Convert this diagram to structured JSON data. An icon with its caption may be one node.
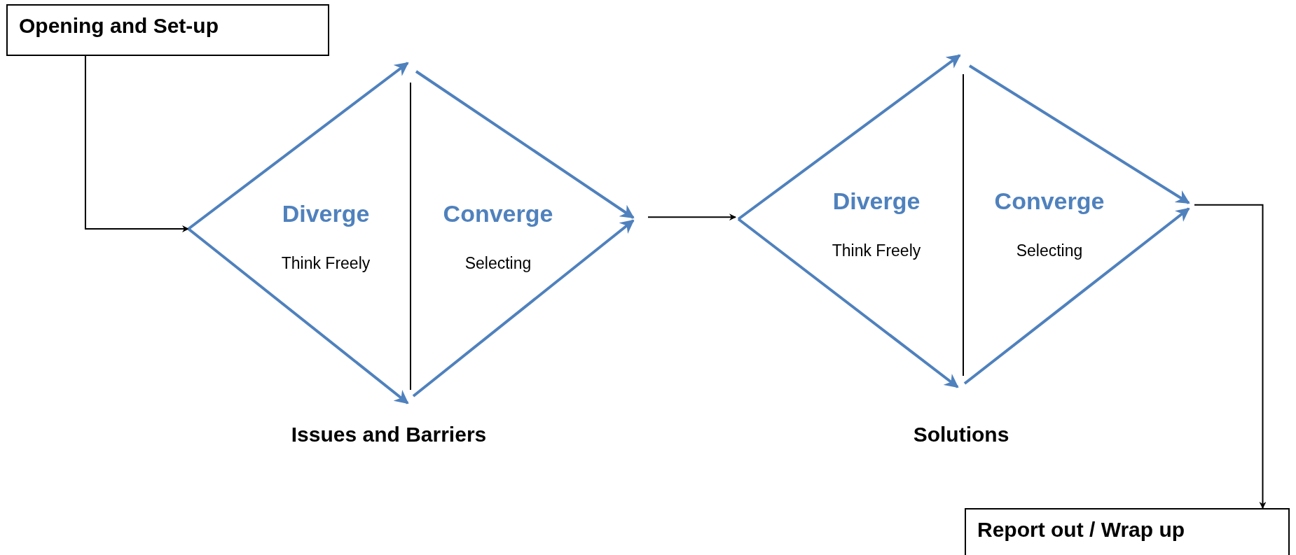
{
  "diagram": {
    "nodes": [
      {
        "text": [
          "Opening and Set-up"
        ]
      },
      {
        "text": [
          "Issues and Barriers"
        ]
      },
      {
        "text": [
          "Diverge",
          "Think Freely"
        ],
        "in": 1
      },
      {
        "text": [
          "Converge",
          "Selecting"
        ],
        "in": 1
      },
      {
        "text": [
          "Solutions"
        ]
      },
      {
        "text": [
          "Diverge",
          "Think Freely"
        ],
        "in": 4
      },
      {
        "text": [
          "Converge",
          "Selecting"
        ],
        "in": 4
      },
      {
        "text": [
          "Report out / Wrap up"
        ]
      }
    ],
    "edges": [
      {
        "from": 0,
        "to": 1,
        "arrow": "to"
      },
      {
        "from": 1,
        "to": 4,
        "arrow": "to"
      },
      {
        "from": 4,
        "to": 7,
        "arrow": "to"
      }
    ]
  }
}
